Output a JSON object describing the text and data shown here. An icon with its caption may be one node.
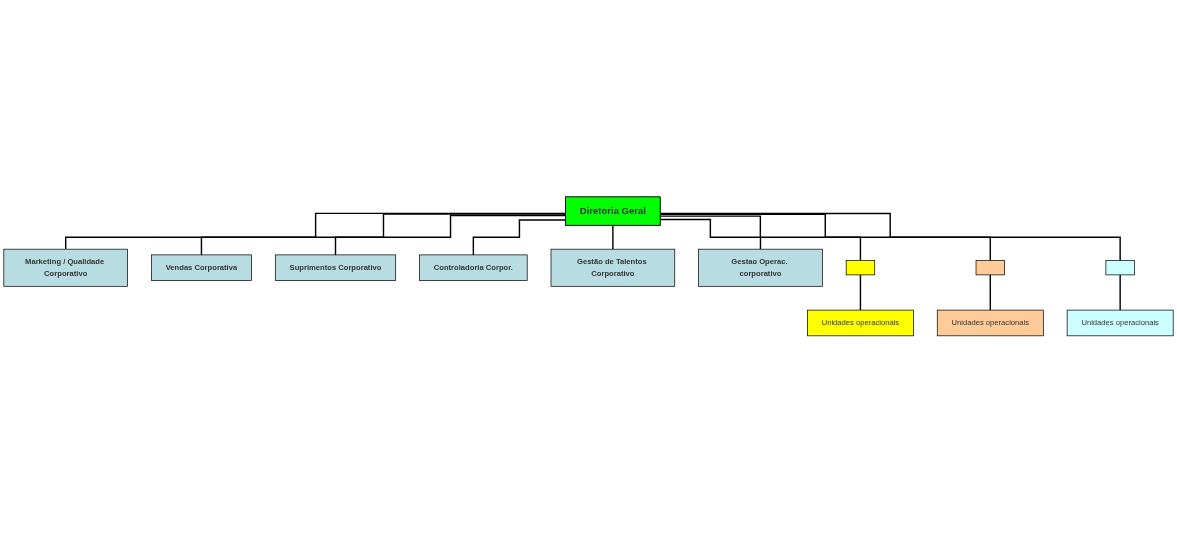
{
  "diagram": {
    "nodes": [
      {
        "text": [
          "Diretoria Geral"
        ]
      },
      {
        "text": [
          "Marketing / Qualidade Corporativo"
        ]
      },
      {
        "text": [
          "Vendas Corporativa"
        ]
      },
      {
        "text": [
          "Suprimentos Corporativo"
        ]
      },
      {
        "text": [
          "Controladoria Corpor."
        ]
      },
      {
        "text": [
          "Gestão de Talentos Corporativo"
        ]
      },
      {
        "text": [
          "Gestao Operac. corporativo"
        ]
      },
      {
        "text": [],
        "shape": "box"
      },
      {
        "text": [],
        "shape": "box"
      },
      {
        "text": [],
        "shape": "box"
      },
      {
        "text": [
          "Unidades operacionais"
        ]
      },
      {
        "text": [
          "Unidades operacionais"
        ]
      },
      {
        "text": [
          "Unidades operacionais"
        ]
      }
    ],
    "edges": [
      {
        "from": 0,
        "to": 1,
        "arrow": "none"
      },
      {
        "from": 0,
        "to": 2,
        "arrow": "none"
      },
      {
        "from": 0,
        "to": 3,
        "arrow": "none"
      },
      {
        "from": 0,
        "to": 4,
        "arrow": "none"
      },
      {
        "from": 0,
        "to": 5,
        "arrow": "none"
      },
      {
        "from": 0,
        "to": 6,
        "arrow": "none"
      },
      {
        "from": 0,
        "to": 7,
        "arrow": "none"
      },
      {
        "from": 0,
        "to": 8,
        "arrow": "none"
      },
      {
        "from": 0,
        "to": 9,
        "arrow": "none"
      },
      {
        "from": 7,
        "to": 10,
        "arrow": "none"
      },
      {
        "from": 8,
        "to": 11,
        "arrow": "none"
      },
      {
        "from": 9,
        "to": 12,
        "arrow": "none"
      }
    ]
  }
}
